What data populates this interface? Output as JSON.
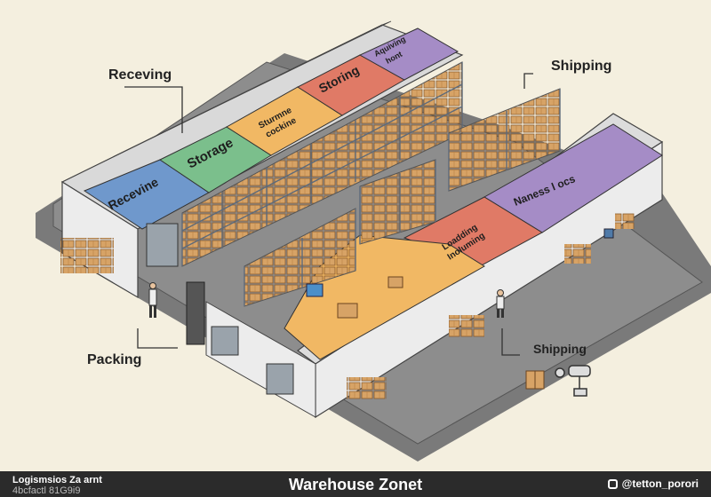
{
  "diagram": {
    "callouts": {
      "receiving": "Receving",
      "shipping_top": "Shipping",
      "packing": "Packing",
      "shipping_bottom": "Shipping"
    },
    "zones": {
      "receive": "Recevine",
      "storage": "Storage",
      "sturmne_line1": "Sturmne",
      "sturmne_line2": "cockine",
      "storing": "Storing",
      "aquiving_line1": "Aquiving",
      "aquiving_line2": "hont",
      "loading_line1": "Loadding",
      "loading_line2": "Inoluming",
      "naness": "Naness l ocs"
    },
    "colors": {
      "blue": "#6f98cc",
      "green": "#7bbf8c",
      "orange": "#f1b864",
      "red": "#e07a66",
      "purple": "#a58cc6",
      "floor": "#8d8d8d",
      "wall": "#e8e8e8",
      "background": "#f4efdf"
    }
  },
  "footer": {
    "left_line1": "Logismsios  Za arnt",
    "left_line2": "4bcfactl 81G9i9",
    "title": "Warehouse Zonet",
    "handle": "@tetton_porori",
    "handle_icon": "instagram-icon"
  }
}
